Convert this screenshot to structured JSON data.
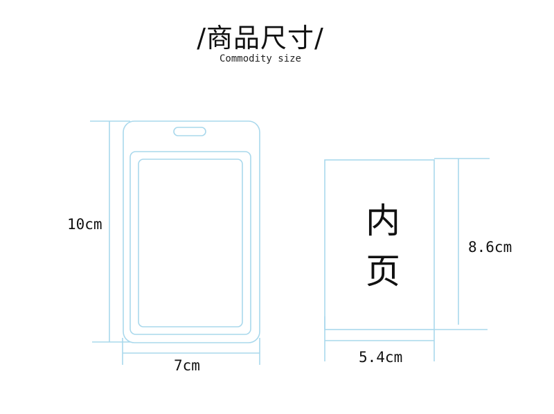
{
  "header": {
    "title": "/商品尺寸/",
    "subtitle": "Commodity size"
  },
  "badge_holder": {
    "height_label": "10cm",
    "width_label": "7cm"
  },
  "inner_page": {
    "line1": "内",
    "line2": "页",
    "height_label": "8.6cm",
    "width_label": "5.4cm"
  },
  "colors": {
    "outline": "#a9d8ec",
    "text": "#111111"
  }
}
